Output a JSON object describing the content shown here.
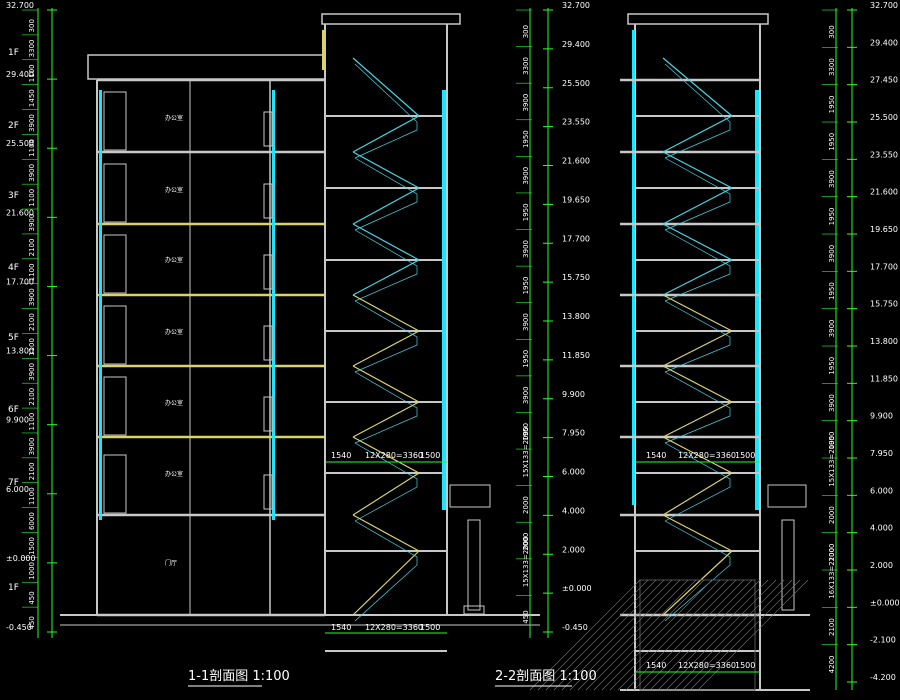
{
  "colors": {
    "background": "#000000",
    "wall": "#c8c8c8",
    "slab": "#d9d36a",
    "glass": "#19e6ff",
    "stair": "#3fd7e6",
    "dim": "#28ff28",
    "text": "#ffffff"
  },
  "section_1": {
    "title": "1-1剖面图 1:100",
    "floor_labels": [
      "1F",
      "2F",
      "3F",
      "4F",
      "5F",
      "6F",
      "7F",
      "1F"
    ],
    "left_levels": [
      "32.700",
      "29.400",
      "25.500",
      "21.600",
      "17.700",
      "13.800",
      "9.900",
      "6.000",
      "±0.000",
      "-0.450"
    ],
    "left_dims": [
      "300",
      "3300",
      "1100",
      "1450",
      "3900",
      "1100",
      "3900",
      "1100",
      "3900",
      "2100",
      "1100",
      "3900",
      "2100",
      "1100",
      "3900",
      "2100",
      "1100",
      "3900",
      "2100",
      "1100",
      "6000",
      "1500",
      "1000",
      "450",
      "450"
    ],
    "room_labels": [
      "办公室",
      "办公室",
      "办公室",
      "办公室",
      "办公室",
      "办公室",
      "门厅"
    ],
    "stair_dims": [
      "1540",
      "12X280=3360",
      "1500"
    ],
    "right_levels": [
      "32.700",
      "29.400",
      "25.500",
      "23.550",
      "21.600",
      "19.650",
      "17.700",
      "15.750",
      "13.800",
      "11.850",
      "9.900",
      "7.950",
      "6.000",
      "4.000",
      "2.000",
      "±0.000",
      "-0.450"
    ],
    "right_dims": [
      "300",
      "3300",
      "3900",
      "1950",
      "3900",
      "1950",
      "3900",
      "1950",
      "3900",
      "1950",
      "3900",
      "1950",
      "15X133=2000",
      "2000",
      "2000",
      "15X133=2000",
      "450"
    ]
  },
  "section_2": {
    "title": "2-2剖面图 1:100",
    "stair_dims": [
      "1540",
      "12X280=3360",
      "1500"
    ],
    "right_levels": [
      "32.700",
      "29.400",
      "27.450",
      "25.500",
      "23.550",
      "21.600",
      "19.650",
      "17.700",
      "15.750",
      "13.800",
      "11.850",
      "9.900",
      "7.950",
      "6.000",
      "4.000",
      "2.000",
      "±0.000",
      "-2.100",
      "-4.200"
    ],
    "right_dims": [
      "300",
      "3300",
      "1950",
      "1950",
      "3900",
      "1950",
      "3900",
      "1950",
      "3900",
      "1950",
      "3900",
      "1950",
      "15X133=2000",
      "2000",
      "2000",
      "16X133=2100",
      "2100",
      "4200"
    ]
  }
}
